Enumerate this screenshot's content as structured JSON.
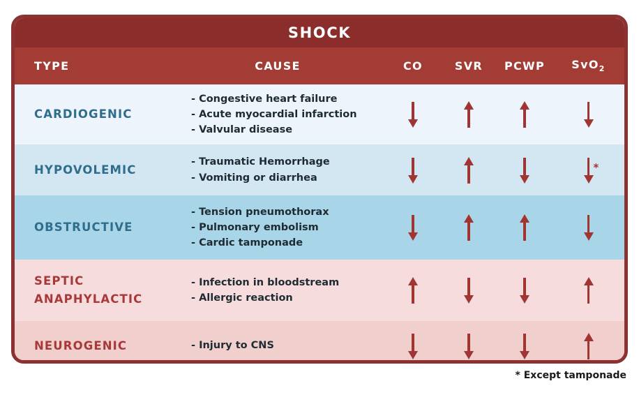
{
  "table": {
    "title": "SHOCK",
    "headers": {
      "type": "TYPE",
      "cause": "CAUSE",
      "co": "CO",
      "svr": "SVR",
      "pcwp": "PCWP",
      "svo2_main": "SvO",
      "svo2_sub": "2"
    },
    "rows": [
      {
        "type": "CARDIOGENIC",
        "type_line2": "",
        "causes": [
          "- Congestive heart failure",
          "- Acute myocardial infarction",
          "- Valvular disease"
        ],
        "co": "down",
        "svr": "up",
        "pcwp": "up",
        "svo2": "down",
        "svo2_note": "",
        "bg": "#eef4fb",
        "text_color": "#2f6d8c"
      },
      {
        "type": "HYPOVOLEMIC",
        "type_line2": "",
        "causes": [
          "- Traumatic Hemorrhage",
          "- Vomiting or diarrhea"
        ],
        "co": "down",
        "svr": "up",
        "pcwp": "down",
        "svo2": "down",
        "svo2_note": "*",
        "bg": "#d3e7f2",
        "text_color": "#2f6d8c"
      },
      {
        "type": "OBSTRUCTIVE",
        "type_line2": "",
        "causes": [
          "- Tension pneumothorax",
          "- Pulmonary embolism",
          "- Cardic tamponade"
        ],
        "co": "down",
        "svr": "up",
        "pcwp": "up",
        "svo2": "down",
        "svo2_note": "",
        "bg": "#a8d6e8",
        "text_color": "#2f6d8c"
      },
      {
        "type": "SEPTIC",
        "type_line2": "ANAPHYLACTIC",
        "causes": [
          "- Infection in bloodstream",
          "- Allergic reaction"
        ],
        "co": "up",
        "svr": "down",
        "pcwp": "down",
        "svo2": "up",
        "svo2_note": "",
        "bg": "#f6dcdc",
        "text_color": "#a8393a"
      },
      {
        "type": "NEUROGENIC",
        "type_line2": "",
        "causes": [
          "- Injury to CNS"
        ],
        "co": "down",
        "svr": "down",
        "pcwp": "down",
        "svo2": "up",
        "svo2_note": "",
        "bg": "#f1cfcd",
        "text_color": "#a8393a"
      }
    ],
    "footnote": "* Except tamponade"
  },
  "colors": {
    "title_bar": "#8b2e2b",
    "header_bar": "#a23c35",
    "border": "#8d3232",
    "arrow": "#a03531",
    "blue_text": "#2f6d8c",
    "red_text": "#a8393a"
  }
}
